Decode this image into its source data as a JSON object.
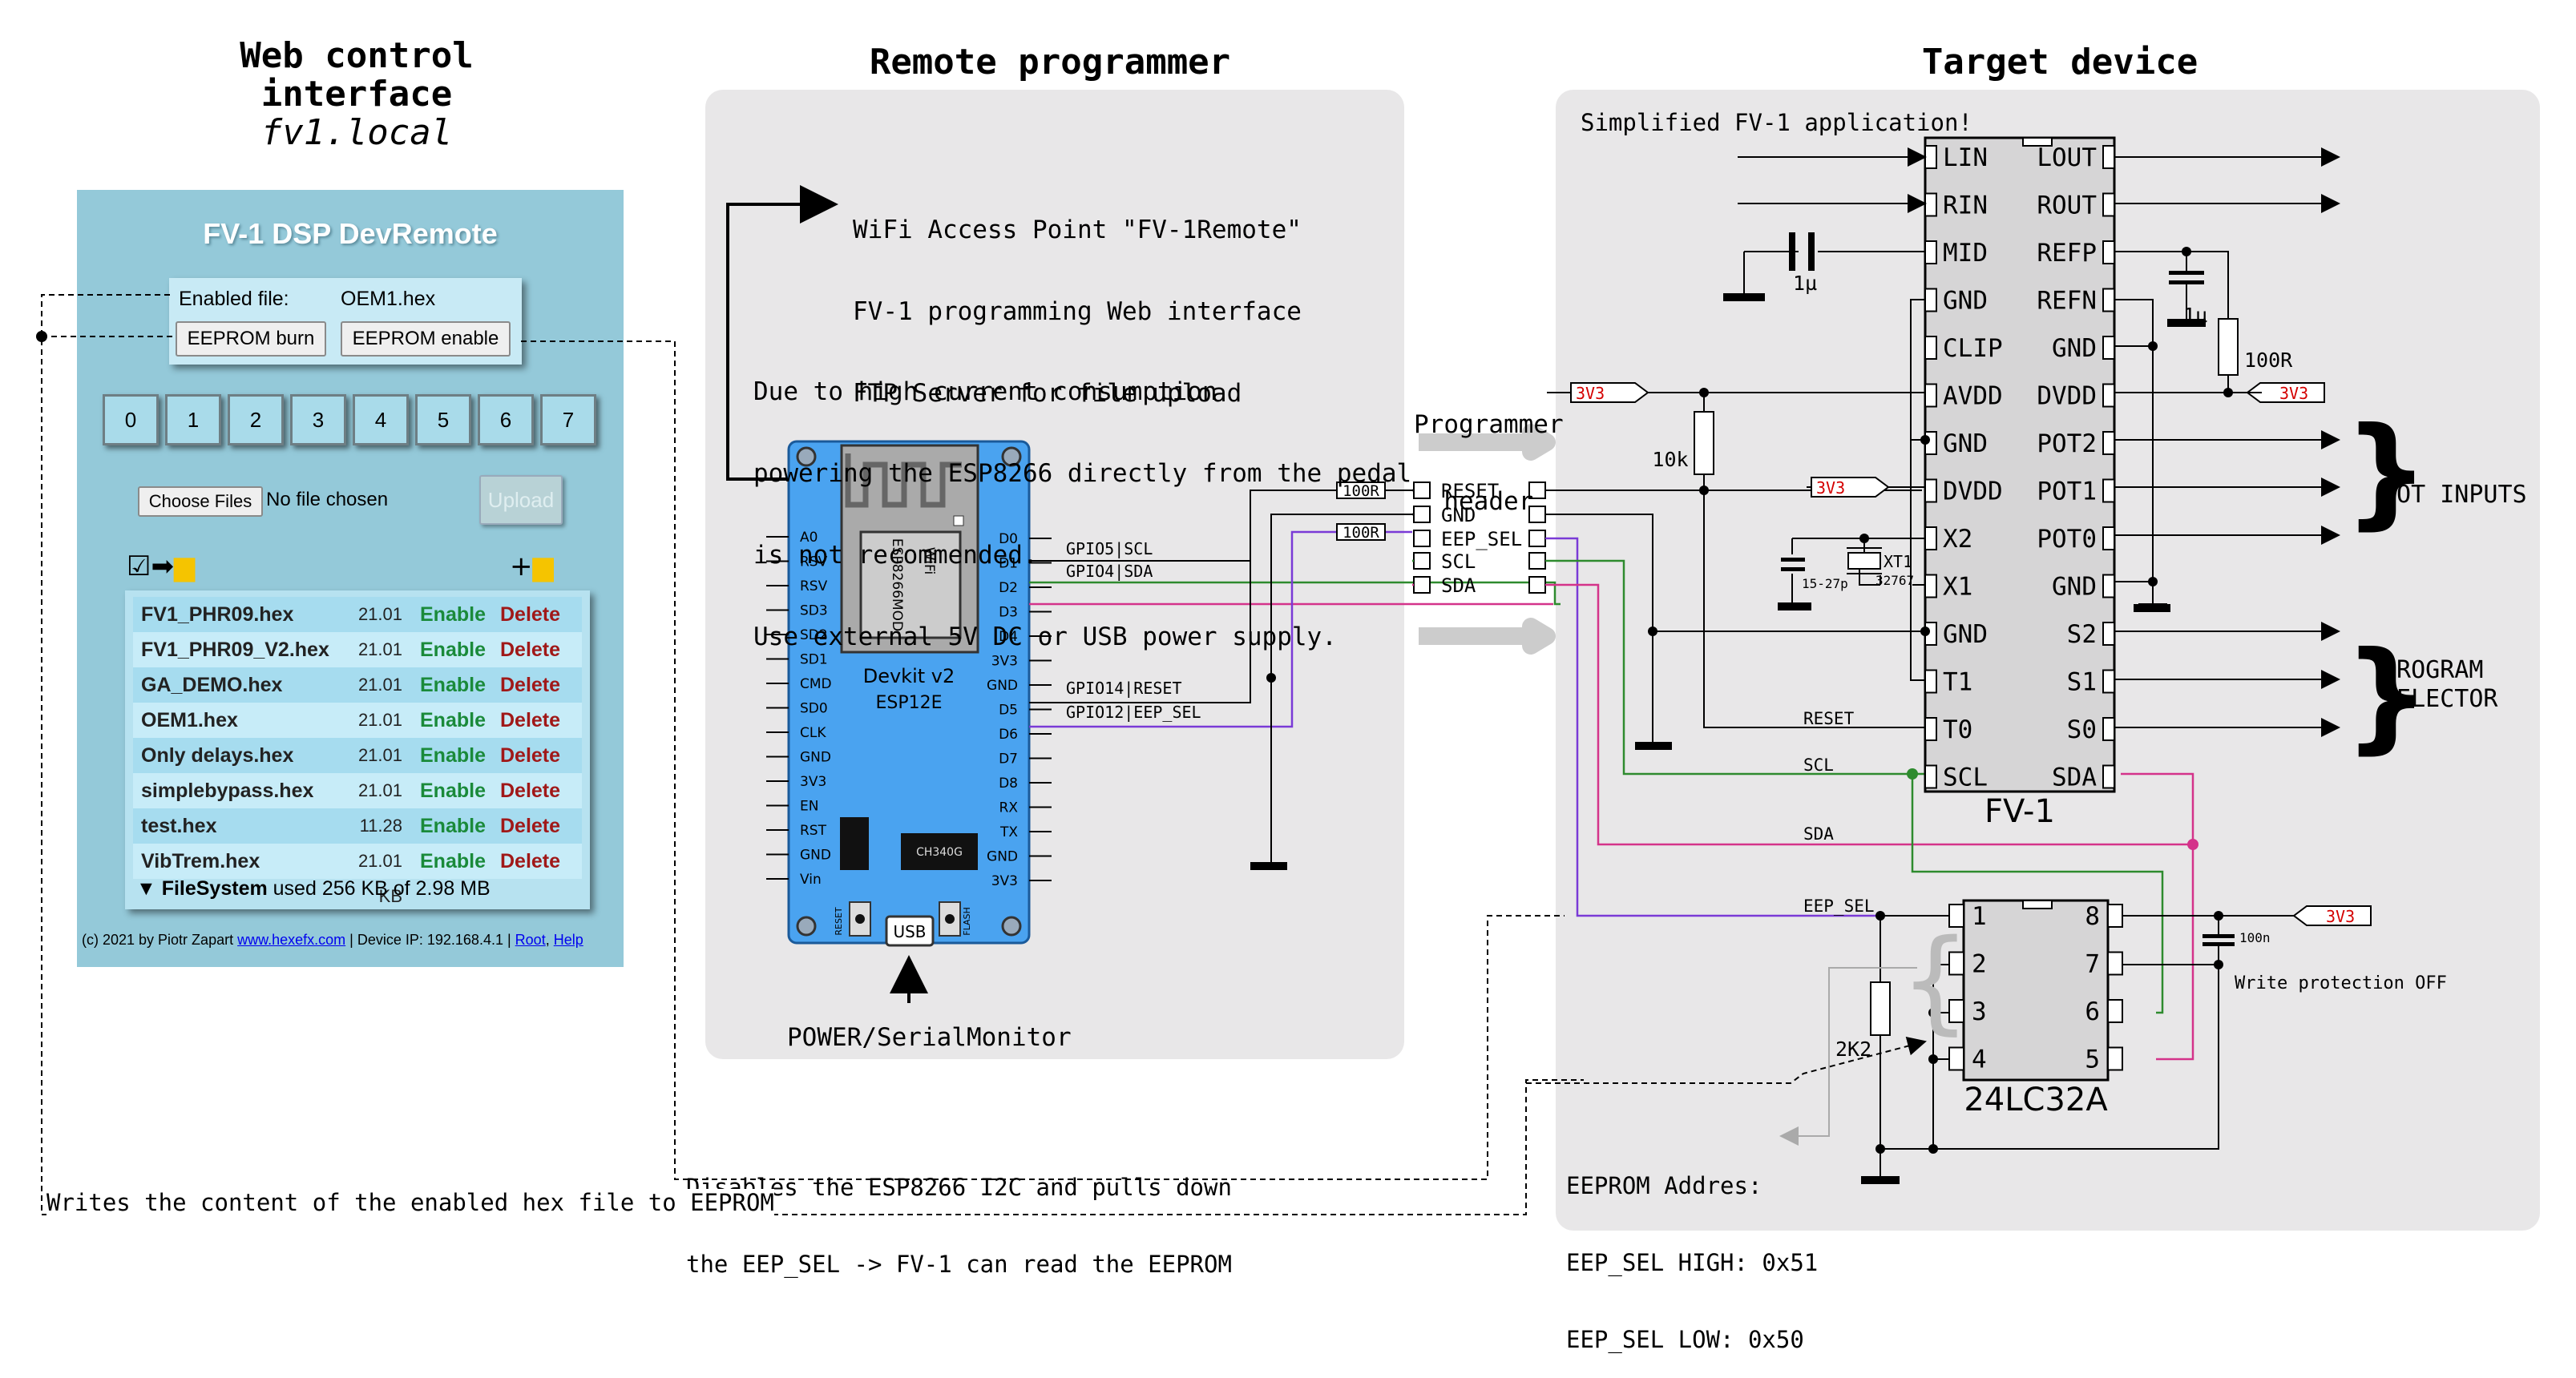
{
  "titles": {
    "web_line1": "Web control",
    "web_line2": "interface",
    "web_host": "fv1.local",
    "programmer": "Remote programmer",
    "target": "Target device"
  },
  "webui": {
    "title": "FV-1 DSP DevRemote",
    "enabled_file_label": "Enabled file:",
    "enabled_file_value": "OEM1.hex",
    "eeprom_burn": "EEPROM burn",
    "eeprom_enable": "EEPROM enable",
    "program_buttons": [
      "0",
      "1",
      "2",
      "3",
      "4",
      "5",
      "6",
      "7"
    ],
    "choose_files": "Choose Files",
    "no_file": "No file chosen",
    "upload": "Upload",
    "files": [
      {
        "name": "FV1_PHR09.hex",
        "size": "21.01 KB"
      },
      {
        "name": "FV1_PHR09_V2.hex",
        "size": "21.01 KB"
      },
      {
        "name": "GA_DEMO.hex",
        "size": "21.01 KB"
      },
      {
        "name": "OEM1.hex",
        "size": "21.01 KB"
      },
      {
        "name": "Only delays.hex",
        "size": "21.01 KB"
      },
      {
        "name": "simplebypass.hex",
        "size": "21.01 KB"
      },
      {
        "name": "test.hex",
        "size": "11.28 KB"
      },
      {
        "name": "VibTrem.hex",
        "size": "21.01 KB"
      }
    ],
    "enable_label": "Enable",
    "delete_label": "Delete",
    "fs_prefix": "▼ FileSystem",
    "fs_usage": "used 256 KB of 2.98 MB",
    "footer_text": "(c) 2021 by Piotr Zapart",
    "footer_link": "www.hexefx.com",
    "footer_ip": "| Device IP: 192.168.4.1 |",
    "footer_root": "Root",
    "footer_help": "Help",
    "icon_select_move": "check-arrow-folder-icon",
    "icon_new_folder": "plus-folder-icon"
  },
  "programmer": {
    "wifi_notes": [
      "WiFi Access Point \"FV-1Remote\"",
      "FV-1 programming Web interface",
      "FTP Server for file upload"
    ],
    "power_notes": [
      "Due to high current consumption",
      "powering the ESP8266 directly from the pedal",
      "is not recommended.",
      "Use external 5V DC or USB power supply."
    ],
    "board_name": "Devkit v2",
    "board_module": "ESP12E",
    "module_label": "ESP8266MOD",
    "wifi_label": "WiFi",
    "usb_chip": "CH340G",
    "usb_label": "USB",
    "reset_btn": "RESET",
    "flash_btn": "FLASH",
    "left_pins": [
      "A0",
      "RSV",
      "RSV",
      "SD3",
      "SD2",
      "SD1",
      "CMD",
      "SD0",
      "CLK",
      "GND",
      "3V3",
      "EN",
      "RST",
      "GND",
      "Vin"
    ],
    "right_pins": [
      "D0",
      "D1",
      "D2",
      "D3",
      "D4",
      "3V3",
      "GND",
      "D5",
      "D6",
      "D7",
      "D8",
      "RX",
      "TX",
      "GND",
      "3V3"
    ],
    "gpio_labels": [
      "GPIO5|SCL",
      "GPIO4|SDA",
      "GPIO14|RESET",
      "GPIO12|EEP_SEL"
    ],
    "power_monitor": "POWER/SerialMonitor",
    "header_title": [
      "Programmer",
      "header"
    ],
    "header_pins": [
      "RESET",
      "GND",
      "EEP_SEL",
      "SCL",
      "SDA"
    ],
    "resistor": "100R"
  },
  "target": {
    "note": "Simplified FV-1 application!",
    "chip_name": "FV-1",
    "left_pins": [
      "LIN",
      "RIN",
      "MID",
      "GND",
      "CLIP",
      "AVDD",
      "GND",
      "DVDD",
      "X2",
      "X1",
      "GND",
      "T1",
      "T0",
      "SCL"
    ],
    "right_pins": [
      "LOUT",
      "ROUT",
      "REFP",
      "REFN",
      "GND",
      "DVDD",
      "POT2",
      "POT1",
      "POT0",
      "GND",
      "S2",
      "S1",
      "S0",
      "SDA"
    ],
    "pot_inputs": "POT INPUTS",
    "program_selector": [
      "PROGRAM",
      "SELECTOR"
    ],
    "supply_3v3": "3V3",
    "cap_1u": "1µ",
    "res_100r": "100R",
    "res_10k": "10k",
    "xtal": "XT1",
    "xtal_freq": "32767",
    "cap_xtal": "15-27p",
    "net_reset": "RESET",
    "net_scl": "SCL",
    "net_sda": "SDA",
    "net_eep_sel": "EEP_SEL",
    "eeprom_name": "24LC32A",
    "eeprom_left_pins": [
      "1",
      "2",
      "3",
      "4"
    ],
    "eeprom_right_pins": [
      "8",
      "7",
      "6",
      "5"
    ],
    "cap_100n": "100n",
    "write_protect": "Write protection OFF",
    "res_2k2": "2K2",
    "eeprom_addr": [
      "EEPROM Addres:",
      "EEP_SEL HIGH: 0x51",
      "EEP_SEL LOW: 0x50"
    ]
  },
  "annotations": {
    "disable_note": [
      "Disables the ESP8266 I2C and pulls down",
      "the EEP_SEL -> FV-1 can read the EEPROM"
    ],
    "writes_note": "Writes the content of the enabled hex file to EEPROM"
  },
  "colors": {
    "scl": "#2e8b2e",
    "sda": "#d4338a",
    "eep_sel": "#7a3ad6",
    "panel": "#e8e7e8",
    "board": "#4aa3f0",
    "webui": "#94c9d9"
  }
}
